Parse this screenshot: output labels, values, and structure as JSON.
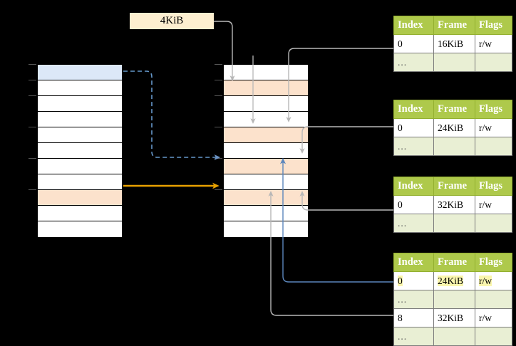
{
  "title": "Page table walk diagram",
  "annotation": {
    "size_label": "4KiB"
  },
  "colors": {
    "background": "#000000",
    "cell_white": "#ffffff",
    "cell_blue": "#DCE8F8",
    "cell_peach": "#FCE2CC",
    "label_cream": "#FDEFD0",
    "table_header_green": "#AEC94B",
    "table_dots_green": "#E9EFD4",
    "highlight_yellow": "#FAF6AE",
    "arrow_blue": "#6699CC",
    "arrow_orange": "#E8A100",
    "connector_gray": "#AAAAAA"
  },
  "virtual_column": {
    "name": "virtual-address-space",
    "rows": [
      {
        "fill": "blue",
        "tick": true
      },
      {
        "fill": "white",
        "tick": true
      },
      {
        "fill": "white",
        "tick": true
      },
      {
        "fill": "white",
        "tick": false
      },
      {
        "fill": "white",
        "tick": true
      },
      {
        "fill": "white",
        "tick": false
      },
      {
        "fill": "white",
        "tick": true
      },
      {
        "fill": "white",
        "tick": false
      },
      {
        "fill": "peach",
        "tick": true
      },
      {
        "fill": "white",
        "tick": false
      },
      {
        "fill": "white",
        "tick": false
      }
    ]
  },
  "physical_column": {
    "name": "physical-memory",
    "rows": [
      {
        "fill": "white",
        "tick": true
      },
      {
        "fill": "peach",
        "tick": true
      },
      {
        "fill": "white",
        "tick": true
      },
      {
        "fill": "white",
        "tick": false
      },
      {
        "fill": "peach",
        "tick": true
      },
      {
        "fill": "white",
        "tick": false
      },
      {
        "fill": "peach",
        "tick": true
      },
      {
        "fill": "white",
        "tick": false
      },
      {
        "fill": "peach",
        "tick": true
      },
      {
        "fill": "white",
        "tick": false
      },
      {
        "fill": "white",
        "tick": false
      }
    ]
  },
  "tables": [
    {
      "name": "page-table-level-1",
      "headers": [
        "Index",
        "Frame",
        "Flags"
      ],
      "rows": [
        {
          "type": "data",
          "cells": [
            "0",
            "16KiB",
            "r/w"
          ],
          "highlight": false
        },
        {
          "type": "dots",
          "cells": [
            "...",
            "",
            ""
          ],
          "highlight": false
        }
      ]
    },
    {
      "name": "page-table-level-2",
      "headers": [
        "Index",
        "Frame",
        "Flags"
      ],
      "rows": [
        {
          "type": "data",
          "cells": [
            "0",
            "24KiB",
            "r/w"
          ],
          "highlight": false
        },
        {
          "type": "dots",
          "cells": [
            "...",
            "",
            ""
          ],
          "highlight": false
        }
      ]
    },
    {
      "name": "page-table-level-3",
      "headers": [
        "Index",
        "Frame",
        "Flags"
      ],
      "rows": [
        {
          "type": "data",
          "cells": [
            "0",
            "32KiB",
            "r/w"
          ],
          "highlight": false
        },
        {
          "type": "dots",
          "cells": [
            "...",
            "",
            ""
          ],
          "highlight": false
        }
      ]
    },
    {
      "name": "page-table-level-4",
      "headers": [
        "Index",
        "Frame",
        "Flags"
      ],
      "rows": [
        {
          "type": "data",
          "cells": [
            "0",
            "24KiB",
            "r/w"
          ],
          "highlight": true
        },
        {
          "type": "dots",
          "cells": [
            "...",
            "",
            ""
          ],
          "highlight": false
        },
        {
          "type": "data",
          "cells": [
            "8",
            "32KiB",
            "r/w"
          ],
          "highlight": false
        },
        {
          "type": "dots",
          "cells": [
            "...",
            "",
            ""
          ],
          "highlight": false
        }
      ]
    }
  ]
}
